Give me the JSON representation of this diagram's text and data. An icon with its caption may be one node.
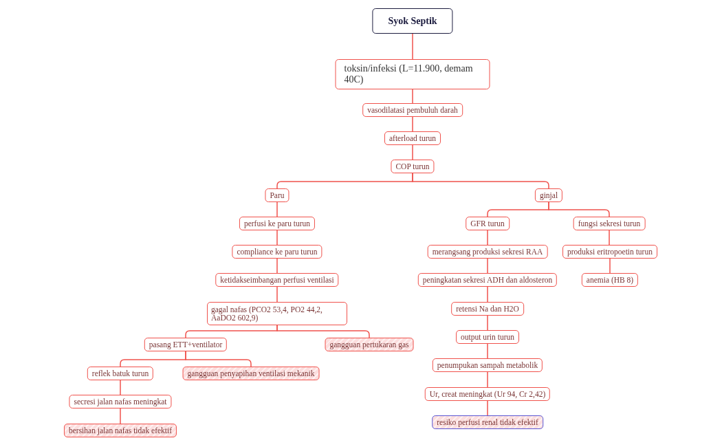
{
  "diagram": {
    "nodes": [
      {
        "text": [
          "Syok Septik"
        ]
      },
      {
        "text": [
          "toksin/infeksi (L=11.900, demam 40C)"
        ]
      },
      {
        "text": [
          "vasodilatasi pembuluh darah"
        ]
      },
      {
        "text": [
          "afterload turun"
        ]
      },
      {
        "text": [
          "COP turun"
        ]
      },
      {
        "text": [
          "Paru"
        ]
      },
      {
        "text": [
          "ginjal"
        ]
      },
      {
        "text": [
          "perfusi ke paru turun"
        ]
      },
      {
        "text": [
          "GFR turun"
        ]
      },
      {
        "text": [
          "fungsi sekresi turun"
        ]
      },
      {
        "text": [
          "compliance ke paru turun"
        ]
      },
      {
        "text": [
          "merangsang produksi sekresi RAA"
        ]
      },
      {
        "text": [
          "produksi eritropoetin turun"
        ]
      },
      {
        "text": [
          "ketidakseimbangan perfusi ventilasi"
        ]
      },
      {
        "text": [
          "peningkatan sekresi ADH dan aldosteron"
        ]
      },
      {
        "text": [
          "anemia (HB 8)"
        ]
      },
      {
        "text": [
          "gagal nafas (PCO2 53,4, PO2 44,2, AaDO2 602,9)"
        ]
      },
      {
        "text": [
          "retensi Na dan H2O"
        ]
      },
      {
        "text": [
          "output urin turun"
        ]
      },
      {
        "text": [
          "pasang ETT+ventilator"
        ]
      },
      {
        "text": [
          "gangguan pertukaran gas"
        ]
      },
      {
        "text": [
          "penumpukan sampah metabolik"
        ]
      },
      {
        "text": [
          "reflek batuk turun"
        ]
      },
      {
        "text": [
          "gangguan penyapihan ventilasi mekanik"
        ]
      },
      {
        "text": [
          "Ur, creat meningkat (Ur 94, Cr 2,42)"
        ]
      },
      {
        "text": [
          "secresi jalan nafas meningkat"
        ]
      },
      {
        "text": [
          "resiko perfusi renal tidak efektif"
        ]
      },
      {
        "text": [
          "bersihan jalan nafas tidak efektif"
        ]
      }
    ],
    "edges": [
      {
        "from": 0,
        "to": 1,
        "arrow": "none"
      },
      {
        "from": 1,
        "to": 2,
        "arrow": "none"
      },
      {
        "from": 2,
        "to": 3,
        "arrow": "none"
      },
      {
        "from": 3,
        "to": 4,
        "arrow": "none"
      },
      {
        "from": 4,
        "to": 5,
        "arrow": "none"
      },
      {
        "from": 4,
        "to": 6,
        "arrow": "none"
      },
      {
        "from": 5,
        "to": 7,
        "arrow": "none"
      },
      {
        "from": 6,
        "to": 8,
        "arrow": "none"
      },
      {
        "from": 6,
        "to": 9,
        "arrow": "none"
      },
      {
        "from": 7,
        "to": 10,
        "arrow": "none"
      },
      {
        "from": 8,
        "to": 11,
        "arrow": "none"
      },
      {
        "from": 9,
        "to": 12,
        "arrow": "none"
      },
      {
        "from": 10,
        "to": 13,
        "arrow": "none"
      },
      {
        "from": 11,
        "to": 14,
        "arrow": "none"
      },
      {
        "from": 12,
        "to": 15,
        "arrow": "none"
      },
      {
        "from": 13,
        "to": 16,
        "arrow": "none"
      },
      {
        "from": 14,
        "to": 17,
        "arrow": "none"
      },
      {
        "from": 17,
        "to": 18,
        "arrow": "none"
      },
      {
        "from": 16,
        "to": 19,
        "arrow": "none"
      },
      {
        "from": 16,
        "to": 20,
        "arrow": "none"
      },
      {
        "from": 18,
        "to": 21,
        "arrow": "none"
      },
      {
        "from": 19,
        "to": 22,
        "arrow": "none"
      },
      {
        "from": 19,
        "to": 23,
        "arrow": "none"
      },
      {
        "from": 21,
        "to": 24,
        "arrow": "none"
      },
      {
        "from": 22,
        "to": 25,
        "arrow": "none"
      },
      {
        "from": 24,
        "to": 26,
        "arrow": "none"
      },
      {
        "from": 25,
        "to": 27,
        "arrow": "none"
      }
    ]
  }
}
